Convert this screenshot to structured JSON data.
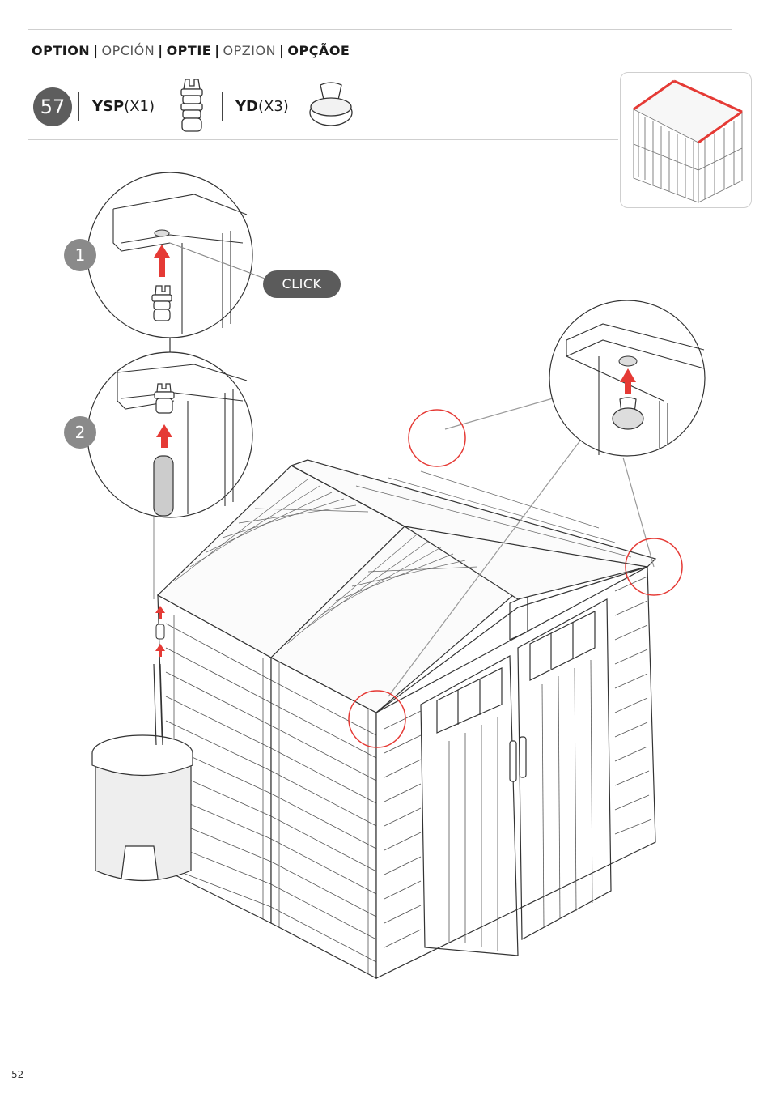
{
  "header": {
    "languages": [
      {
        "text": "OPTION",
        "style": "bold"
      },
      {
        "text": "OPCIÓN",
        "style": "light"
      },
      {
        "text": "OPTIE",
        "style": "bold"
      },
      {
        "text": "OPZION",
        "style": "light"
      },
      {
        "text": "OPÇÃOE",
        "style": "bold"
      }
    ],
    "separator": "|"
  },
  "step": {
    "number": "57",
    "parts": [
      {
        "code": "YSP",
        "qty": "(X1)",
        "icon": "ysp-connector-icon"
      },
      {
        "code": "YD",
        "qty": "(X3)",
        "icon": "yd-cap-icon"
      }
    ]
  },
  "detail": {
    "substeps": [
      "1",
      "2"
    ],
    "click_label": "CLICK"
  },
  "colors": {
    "accent_red": "#e53a35",
    "badge_gray": "#5d5d5d",
    "substep_gray": "#8a8a8a",
    "line_gray": "#555555"
  },
  "page_number": "52"
}
